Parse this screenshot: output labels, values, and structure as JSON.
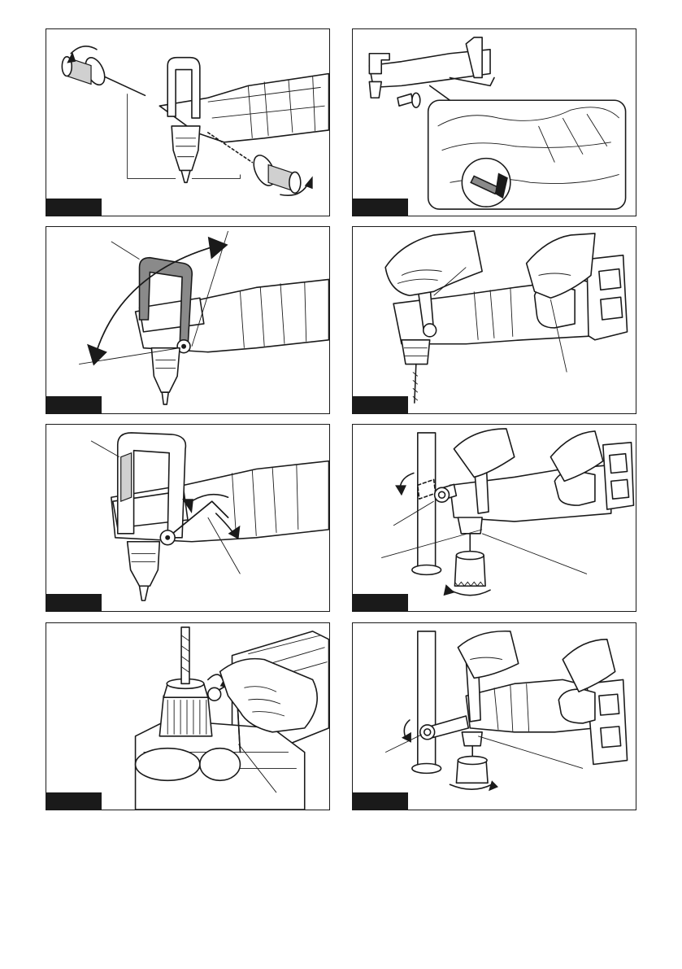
{
  "figures": [
    {
      "id": "fig1",
      "label": ""
    },
    {
      "id": "fig2",
      "label": ""
    },
    {
      "id": "fig3",
      "label": ""
    },
    {
      "id": "fig4",
      "label": ""
    },
    {
      "id": "fig5",
      "label": ""
    },
    {
      "id": "fig6",
      "label": ""
    },
    {
      "id": "fig7",
      "label": ""
    },
    {
      "id": "fig8",
      "label": ""
    }
  ],
  "icons": [
    "rotation-arrow-icon",
    "hex-wrench-icon",
    "chuck-key-icon",
    "drill-bit-icon"
  ]
}
